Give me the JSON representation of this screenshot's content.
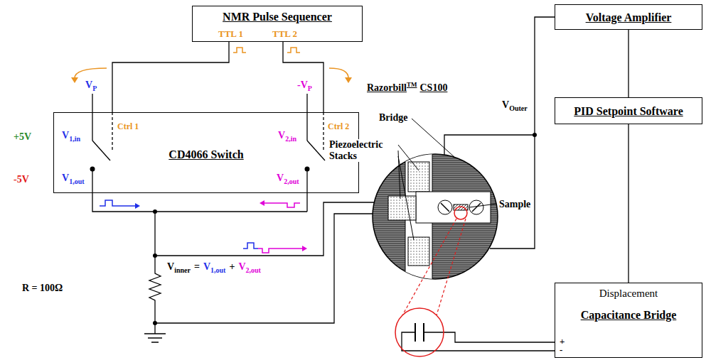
{
  "diagram": {
    "nodes": [
      {
        "text": [
          "NMR Pulse Sequencer",
          "TTL 1",
          "TTL 2"
        ]
      },
      {
        "text": [
          "CD4066 Switch"
        ]
      },
      {
        "text": [
          "Voltage Amplifier"
        ]
      },
      {
        "text": [
          "PID Setpoint Software"
        ]
      },
      {
        "text": [
          "Displacement",
          "Capacitance Bridge",
          "+",
          "-"
        ]
      }
    ],
    "edges": [
      {
        "from": 0,
        "to": 1,
        "arrow": "none"
      },
      {
        "from": 0,
        "to": 1,
        "arrow": "none"
      },
      {
        "from": 2,
        "to": 3,
        "arrow": "none"
      },
      {
        "from": 3,
        "to": 4,
        "arrow": "none"
      }
    ],
    "labels": [
      "V",
      "P",
      "-V",
      "P",
      "+5V",
      "-5V",
      "V",
      "1,in",
      "Ctrl 1",
      "V",
      "2,in",
      "Ctrl 2",
      "V",
      "1,out",
      "V",
      "2,out",
      "V",
      "inner",
      "=",
      "V",
      "1,out",
      "+",
      "V",
      "2,out",
      "R = 100Ω",
      "Razorbill",
      "TM",
      "CS100",
      "Bridge",
      "Piezoelectric Stacks",
      "Sample",
      "V",
      "Outer"
    ]
  }
}
